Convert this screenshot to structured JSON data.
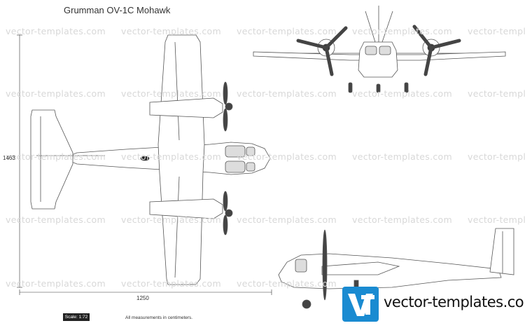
{
  "header": {
    "title": "Grumman OV-1C Mohawk"
  },
  "watermark": {
    "text": "vector-templates.com"
  },
  "dimensions": {
    "span": "1463",
    "length": "1250"
  },
  "footer": {
    "scale": "Scale: 1:72",
    "measurements": "All measurements in centimeters."
  },
  "brand": {
    "logo_text": "vector-templates.com",
    "logo_color": "#1a8bd1"
  }
}
